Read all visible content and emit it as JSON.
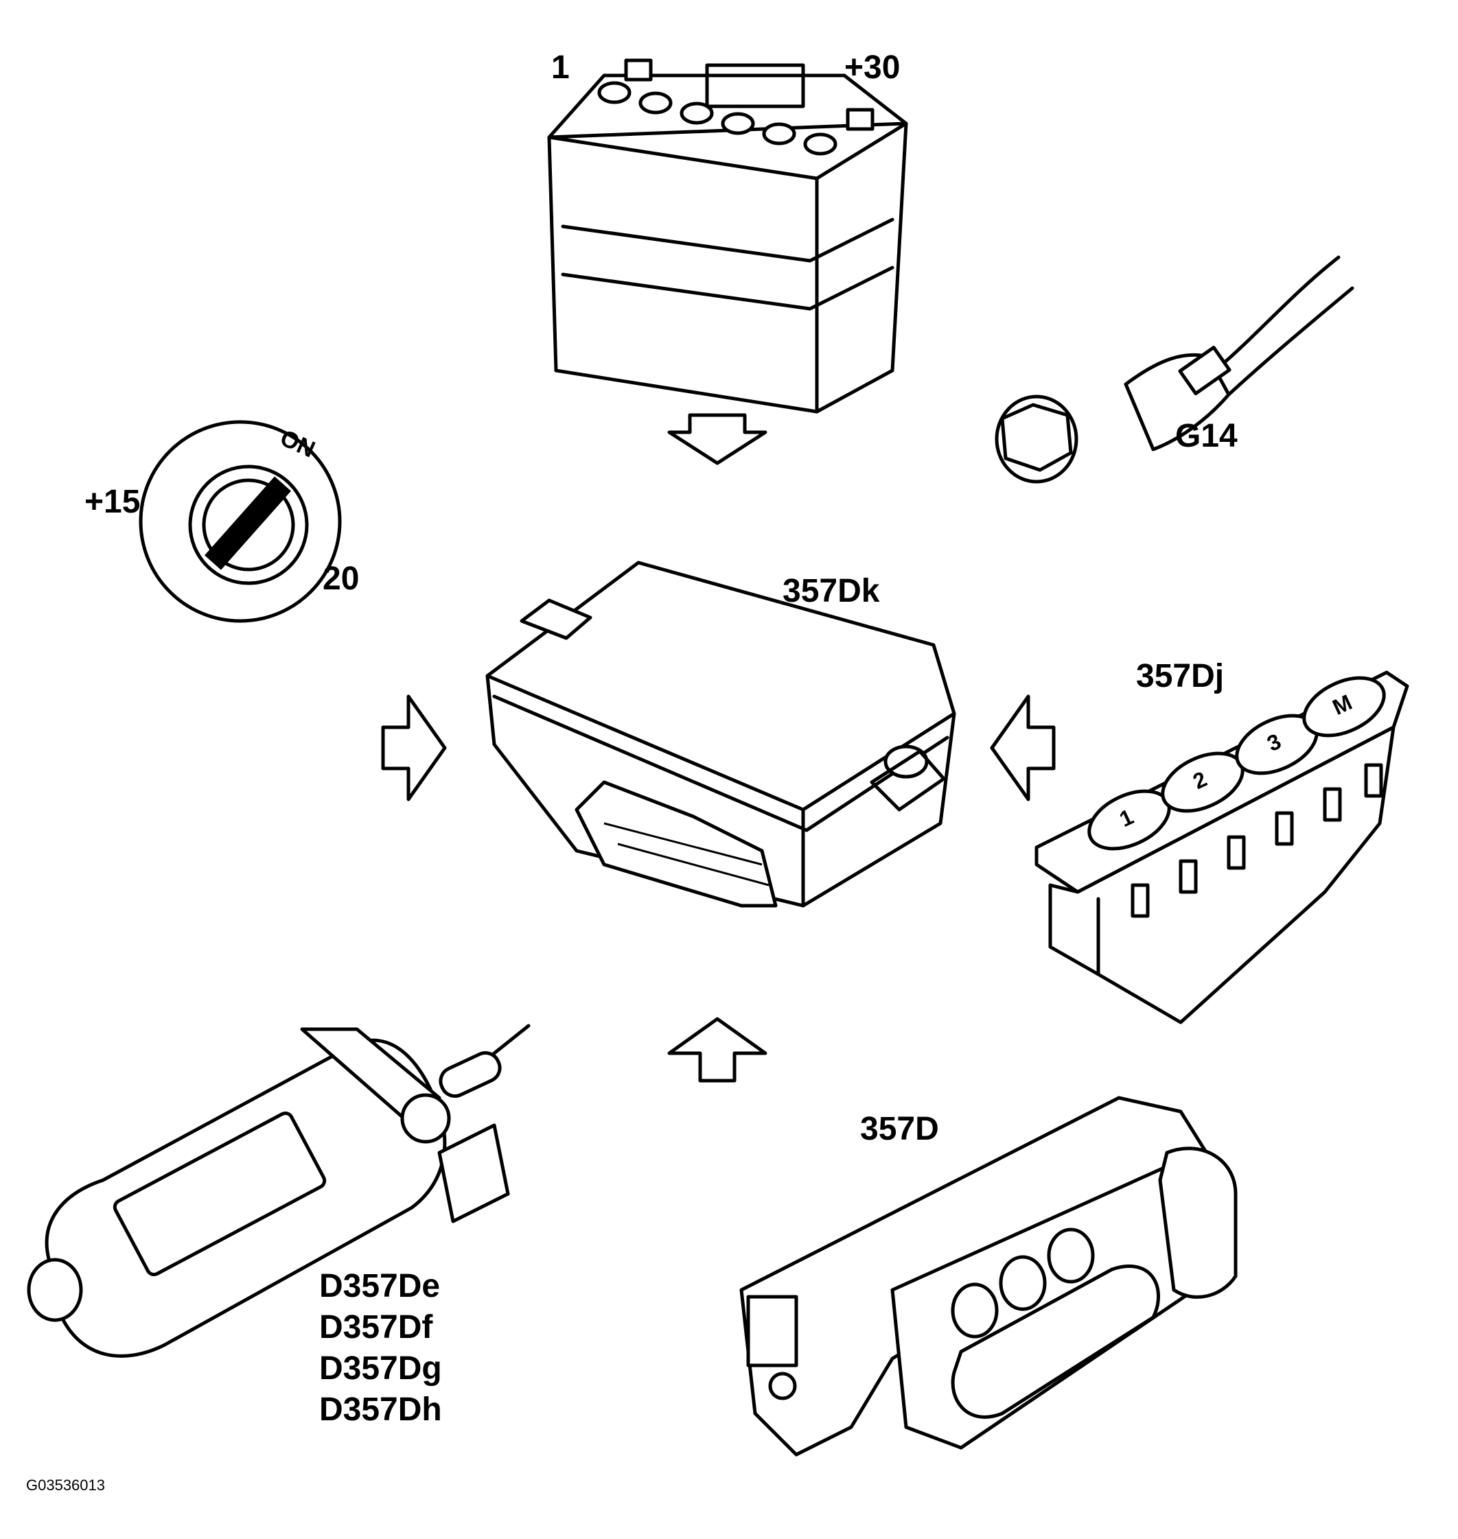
{
  "labels": {
    "battery_neg": "1",
    "battery_pos": "+30",
    "ground": "G14",
    "ignition_terminal": "+15",
    "ignition_pin": "20",
    "ignition_on": "ON",
    "control_module": "357Dk",
    "memory_switch": "357Dj",
    "seat_switch": "357D",
    "motors": [
      "D357De",
      "D357Df",
      "D357Dg",
      "D357Dh"
    ],
    "figure_code": "G03536013"
  },
  "memory_buttons": [
    "1",
    "2",
    "3",
    "M"
  ]
}
